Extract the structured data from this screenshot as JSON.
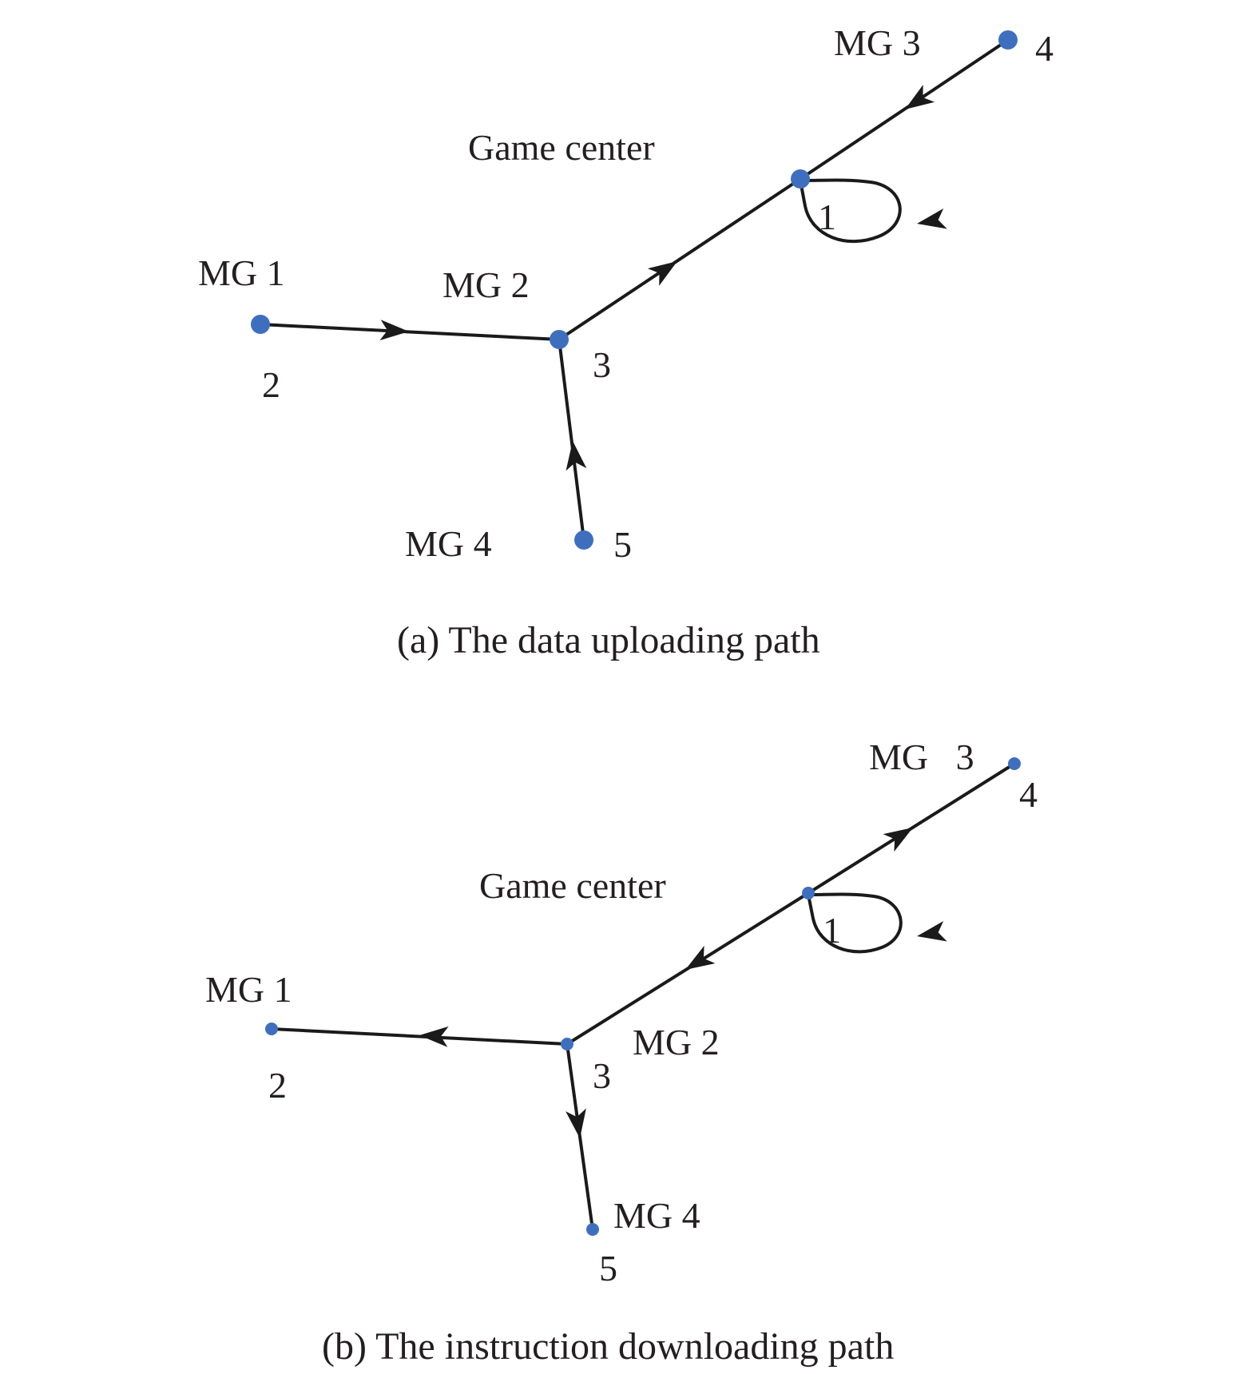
{
  "panels": [
    {
      "id": "a",
      "caption": "(a) The data uploading path",
      "center_label": "Game center",
      "nodes": [
        {
          "id": "1",
          "number": "1",
          "label": ""
        },
        {
          "id": "2",
          "number": "2",
          "label": "MG 1"
        },
        {
          "id": "3",
          "number": "3",
          "label": "MG 2"
        },
        {
          "id": "4",
          "number": "4",
          "label": "MG 3"
        },
        {
          "id": "5",
          "number": "5",
          "label": "MG 4"
        }
      ],
      "edges": [
        {
          "from": "2",
          "to": "3"
        },
        {
          "from": "5",
          "to": "3"
        },
        {
          "from": "4",
          "to": "1"
        },
        {
          "from": "3",
          "to": "1"
        },
        {
          "from": "1",
          "to": "1",
          "type": "self-loop"
        }
      ]
    },
    {
      "id": "b",
      "caption": "(b) The instruction downloading path",
      "center_label": "Game center",
      "nodes": [
        {
          "id": "1",
          "number": "1",
          "label": ""
        },
        {
          "id": "2",
          "number": "2",
          "label": "MG 1"
        },
        {
          "id": "3",
          "number": "3",
          "label": "MG 2"
        },
        {
          "id": "4",
          "number": "4",
          "label": "MG   3"
        },
        {
          "id": "5",
          "number": "5",
          "label": "MG 4"
        }
      ],
      "edges": [
        {
          "from": "3",
          "to": "2"
        },
        {
          "from": "3",
          "to": "5"
        },
        {
          "from": "1",
          "to": "4"
        },
        {
          "from": "1",
          "to": "3"
        },
        {
          "from": "1",
          "to": "1",
          "type": "self-loop"
        }
      ]
    }
  ],
  "colors": {
    "node": "#3e6fbf",
    "edge": "#1a1a1a",
    "text": "#231f20"
  }
}
